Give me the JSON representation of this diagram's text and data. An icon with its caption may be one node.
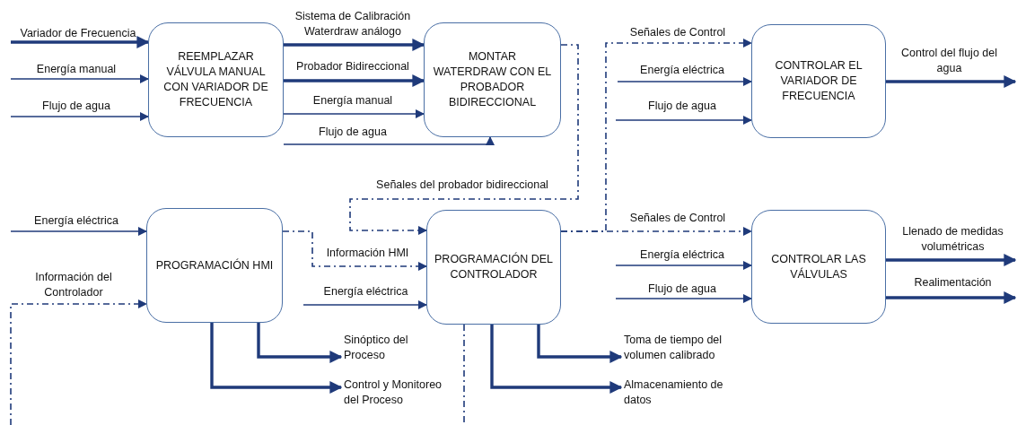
{
  "diagram": {
    "nodes": [
      {
        "text": [
          "REEMPLAZAR VÁLVULA MANUAL CON VARIADOR DE FRECUENCIA"
        ]
      },
      {
        "text": [
          "MONTAR WATERDRAW CON EL PROBADOR BIDIRECCIONAL"
        ]
      },
      {
        "text": [
          "CONTROLAR  EL VARIADOR DE FRECUENCIA"
        ]
      },
      {
        "text": [
          "PROGRAMACIÓN HMI"
        ]
      },
      {
        "text": [
          "PROGRAMACIÓN DEL CONTROLADOR"
        ]
      },
      {
        "text": [
          "CONTROLAR  LAS VÁLVULAS"
        ]
      },
      {
        "text": [
          "Sinóptico del Proceso"
        ]
      },
      {
        "text": [
          "Control y Monitoreo del Proceso"
        ]
      },
      {
        "text": [
          "Toma de tiempo del volumen calibrado"
        ]
      },
      {
        "text": [
          "Almacenamiento de datos"
        ]
      }
    ],
    "edges": [
      {
        "from": null,
        "to": 0,
        "arrow": "to",
        "label": "Variador de Frecuencia",
        "style": "thick"
      },
      {
        "from": null,
        "to": 0,
        "arrow": "to",
        "label": "Energía manual"
      },
      {
        "from": null,
        "to": 0,
        "arrow": "to",
        "label": "Flujo de agua"
      },
      {
        "from": 0,
        "to": 1,
        "arrow": "to",
        "label": "Sistema de Calibración Waterdraw análogo",
        "style": "thick"
      },
      {
        "from": 0,
        "to": 1,
        "arrow": "to",
        "label": "Probador Bidireccional",
        "style": "thick"
      },
      {
        "from": 0,
        "to": 1,
        "arrow": "to",
        "label": "Energía manual"
      },
      {
        "from": 0,
        "to": 1,
        "arrow": "to",
        "label": "Flujo de agua"
      },
      {
        "from": 4,
        "to": 2,
        "arrow": "to",
        "label": "Señales de Control",
        "style": "dashed"
      },
      {
        "from": null,
        "to": 2,
        "arrow": "to",
        "label": "Energía eléctrica"
      },
      {
        "from": null,
        "to": 2,
        "arrow": "to",
        "label": "Flujo de agua"
      },
      {
        "from": 2,
        "to": null,
        "arrow": "to",
        "label": "Control del flujo del agua",
        "style": "thick"
      },
      {
        "from": 1,
        "to": 4,
        "arrow": "to",
        "label": "Señales del probador bidireccional",
        "style": "dashed"
      },
      {
        "from": null,
        "to": 3,
        "arrow": "to",
        "label": "Energía eléctrica"
      },
      {
        "from": null,
        "to": 3,
        "arrow": "to",
        "label": "Información del Controlador",
        "style": "dashed"
      },
      {
        "from": 3,
        "to": 4,
        "arrow": "to",
        "label": "Información HMI",
        "style": "dashed"
      },
      {
        "from": null,
        "to": 4,
        "arrow": "to",
        "label": "Energía eléctrica"
      },
      {
        "from": 4,
        "to": 5,
        "arrow": "to",
        "label": "Señales de Control",
        "style": "dashed"
      },
      {
        "from": null,
        "to": 5,
        "arrow": "to",
        "label": "Energía eléctrica"
      },
      {
        "from": null,
        "to": 5,
        "arrow": "to",
        "label": "Flujo de agua"
      },
      {
        "from": 5,
        "to": null,
        "arrow": "to",
        "label": "Llenado de medidas volumétricas",
        "style": "thick"
      },
      {
        "from": 5,
        "to": null,
        "arrow": "to",
        "label": "Realimentación",
        "style": "thick"
      },
      {
        "from": 3,
        "to": 6,
        "arrow": "to",
        "style": "thick"
      },
      {
        "from": 3,
        "to": 7,
        "arrow": "to",
        "style": "thick"
      },
      {
        "from": 4,
        "to": 8,
        "arrow": "to",
        "style": "thick"
      },
      {
        "from": 4,
        "to": 9,
        "arrow": "to",
        "style": "thick"
      },
      {
        "from": 4,
        "to": null,
        "arrow": "none",
        "style": "dashed"
      }
    ]
  }
}
